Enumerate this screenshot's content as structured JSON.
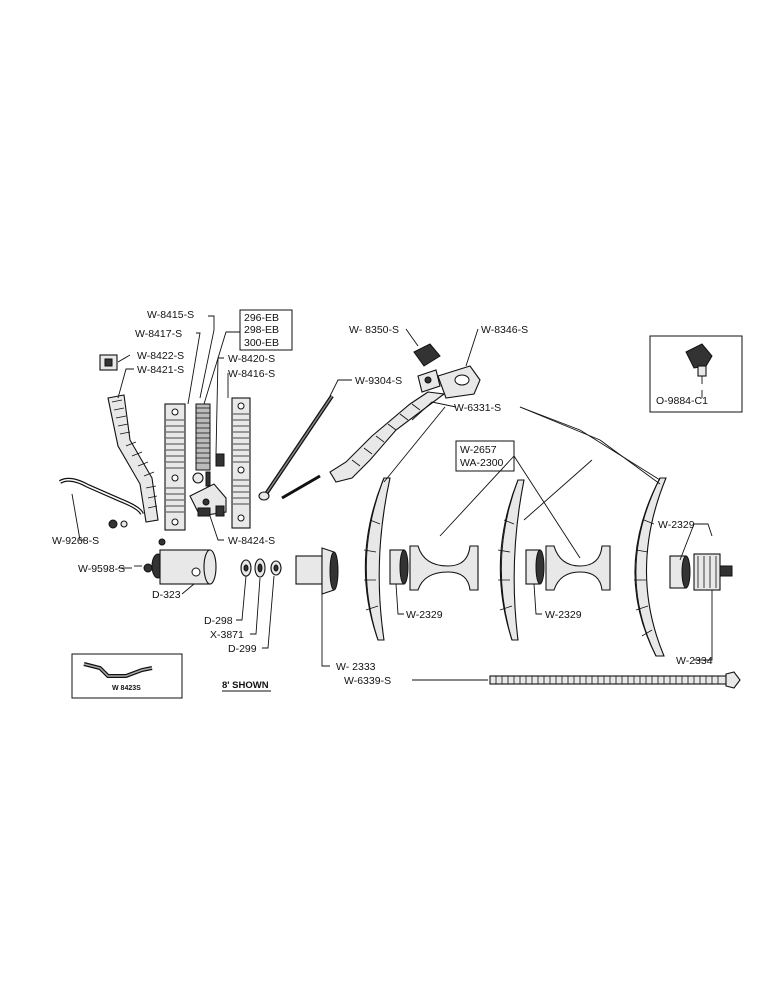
{
  "colors": {
    "ink": "#111111",
    "paper": "#ffffff",
    "part_fill": "#e8e8e8"
  },
  "labels": {
    "w8415s": "W-8415-S",
    "w8417s": "W-8417-S",
    "w8422s": "W-8422-S",
    "w8421s": "W-8421-S",
    "eb_296": "296-EB",
    "eb_298": "298-EB",
    "eb_300": "300-EB",
    "w8420s": "W-8420-S",
    "w8416s": "W-8416-S",
    "w8350s": "W- 8350-S",
    "w8346s": "W-8346-S",
    "w9304s": "W-9304-S",
    "w6331s": "W-6331-S",
    "w2657": "W-2657",
    "wa2300": "WA-2300",
    "o9884c1": "O-9884-C1",
    "w2329_right": "W-2329",
    "w9268s": "W-9268-S",
    "w8424s": "W-8424-S",
    "w9598s": "W-9598-S",
    "d323": "D-323",
    "d298": "D-298",
    "x3871": "X-3871",
    "d299": "D-299",
    "w2329_a": "W-2329",
    "w2329_b": "W-2329",
    "w2333": "W- 2333",
    "w6339s": "W-6339-S",
    "w2334": "W-2334",
    "w8423s": "W 8423S",
    "caption": "8' SHOWN"
  }
}
